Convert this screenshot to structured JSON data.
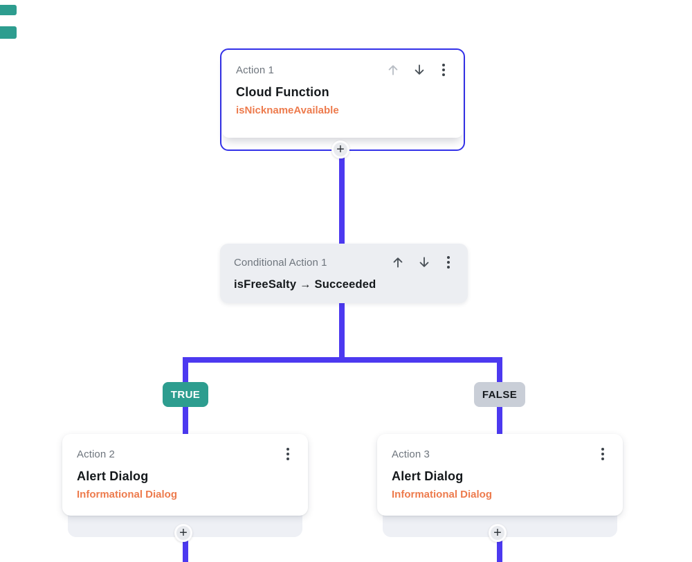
{
  "canvas": {
    "background": "#FFFFFF"
  },
  "colors": {
    "connector": "#4C39F0",
    "selection_border": "#3331E8",
    "true_badge": "#2D9D8F",
    "false_badge": "#C9CED7",
    "accent_orange": "#ED7B4D",
    "label_gray": "#6E757D",
    "title_dark": "#14181B",
    "conditional_bg": "#ECEEF2"
  },
  "nodes": {
    "action1": {
      "label": "Action 1",
      "title": "Cloud Function",
      "subtitle": "isNicknameAvailable",
      "selected": true
    },
    "conditional1": {
      "label": "Conditional Action 1",
      "title": "isFreeSalty → Succeeded"
    },
    "action2": {
      "label": "Action 2",
      "title": "Alert Dialog",
      "subtitle": "Informational Dialog"
    },
    "action3": {
      "label": "Action 3",
      "title": "Alert Dialog",
      "subtitle": "Informational Dialog"
    }
  },
  "branches": {
    "true_label": "TRUE",
    "false_label": "FALSE"
  },
  "buttons": {
    "add_label": "+"
  },
  "icons": {
    "move_up": "arrow-up-icon",
    "move_down": "arrow-down-icon",
    "menu": "kebab-menu-icon",
    "add": "plus-icon"
  }
}
